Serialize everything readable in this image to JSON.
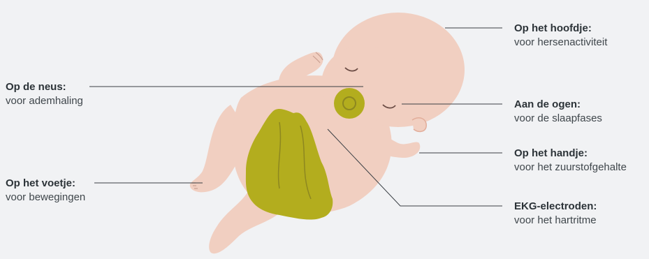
{
  "labels": {
    "nose": {
      "title": "Op de neus:",
      "subtitle": "voor ademhaling"
    },
    "foot": {
      "title": "Op het voetje:",
      "subtitle": "voor bewegingen"
    },
    "head": {
      "title": "Op het hoofdje:",
      "subtitle": "voor hersenactiviteit"
    },
    "eyes": {
      "title": "Aan de ogen:",
      "subtitle": "voor de slaapfases"
    },
    "hand": {
      "title": "Op het handje:",
      "subtitle": "voor het zuurstofgehalte"
    },
    "ekg": {
      "title": "EKG-electroden:",
      "subtitle": "voor het hartritme"
    }
  },
  "colors": {
    "background": "#f1f2f4",
    "skin": "#f1cfc1",
    "skin_shadow": "#e7b9a7",
    "diaper": "#b3ad1e",
    "pacifier": "#b3ad1e",
    "line": "#3a3f44"
  }
}
